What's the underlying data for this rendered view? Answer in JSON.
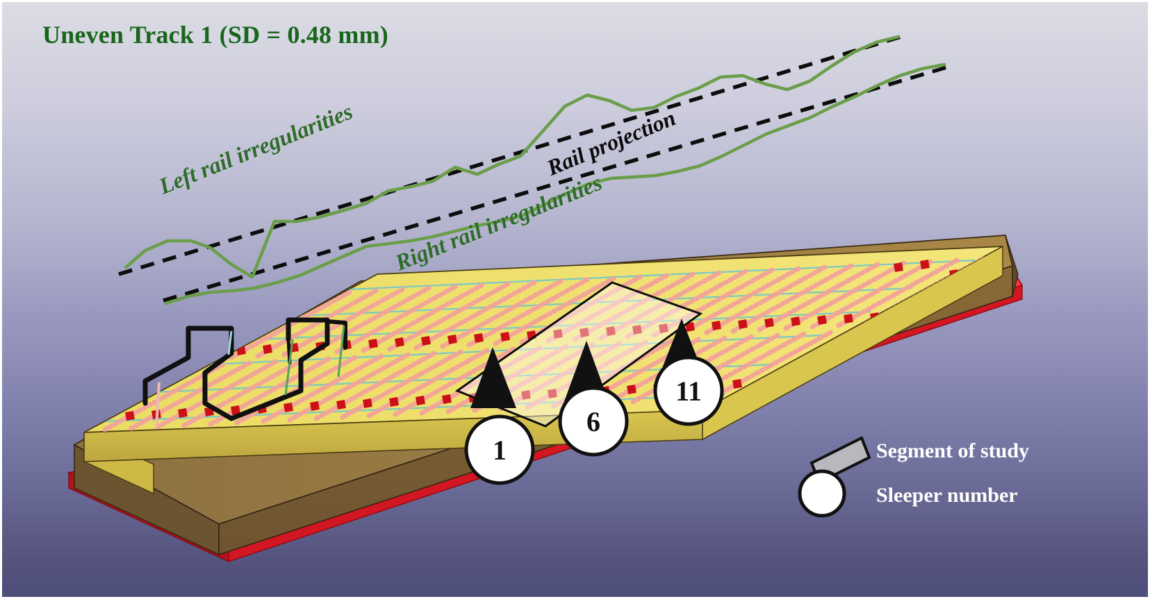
{
  "figure": {
    "title": "Uneven Track 1 (SD = 0.48 mm)",
    "title_color": "#18661c",
    "background_top_color": "#dcdce4",
    "background_bottom_color": "#4d4d79"
  },
  "annotations": {
    "left_rail": "Left rail irregularities",
    "right_rail": "Right rail irregularities",
    "rail_projection": "Rail projection",
    "irregularity_curve_color": "#6a9e4a",
    "projection_line_color": "#101010"
  },
  "sleeper_markers": [
    {
      "number": "1"
    },
    {
      "number": "6"
    },
    {
      "number": "11"
    }
  ],
  "legend": {
    "segment_label": "Segment of study",
    "sleeper_label": "Sleeper number",
    "segment_swatch_color": "#b9b9bd",
    "sleeper_swatch_color": "#ffffff",
    "text_color": "#ffffff"
  },
  "track_model": {
    "subgrade_color": "#e21b28",
    "ballast_color": "#8a6b3a",
    "ballast_side_color": "#6e5730",
    "sleeper_bed_color": "#ecd95c",
    "sleeper_top_color": "#f2e472",
    "rail_node_color": "#cc1018",
    "mesh_line_color": "#76c6cc",
    "fastener_color": "#f3a39a",
    "study_segment_overlay": "#ffffff",
    "constraint_symbol_color": "#101010"
  }
}
